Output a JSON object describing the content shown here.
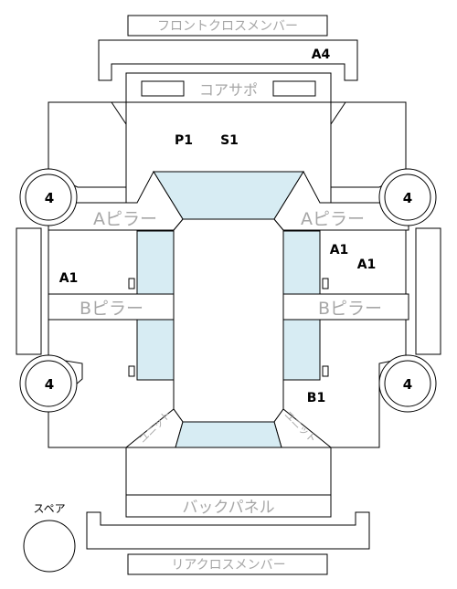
{
  "labels": {
    "front_cross_member": "フロントクロスメンバー",
    "core_support": "コアサポ",
    "a_pillar_left": "Aピラー",
    "a_pillar_right": "Aピラー",
    "b_pillar_left": "Bピラー",
    "b_pillar_right": "Bピラー",
    "back_panel": "バックパネル",
    "rear_cross_member": "リアクロスメンバー",
    "spare": "スペア",
    "unit_left": "ユニット",
    "unit_right": "ユニット"
  },
  "codes": {
    "a4": "A4",
    "p1": "P1",
    "s1": "S1",
    "a1_left": "A1",
    "a1_right_upper": "A1",
    "a1_right_lower": "A1",
    "b1": "B1"
  },
  "wheels": {
    "front_left": "4",
    "front_right": "4",
    "rear_left": "4",
    "rear_right": "4"
  },
  "colors": {
    "line": "#000000",
    "glass": "#d7ecf3",
    "pale_text": "#a6a6a6"
  }
}
